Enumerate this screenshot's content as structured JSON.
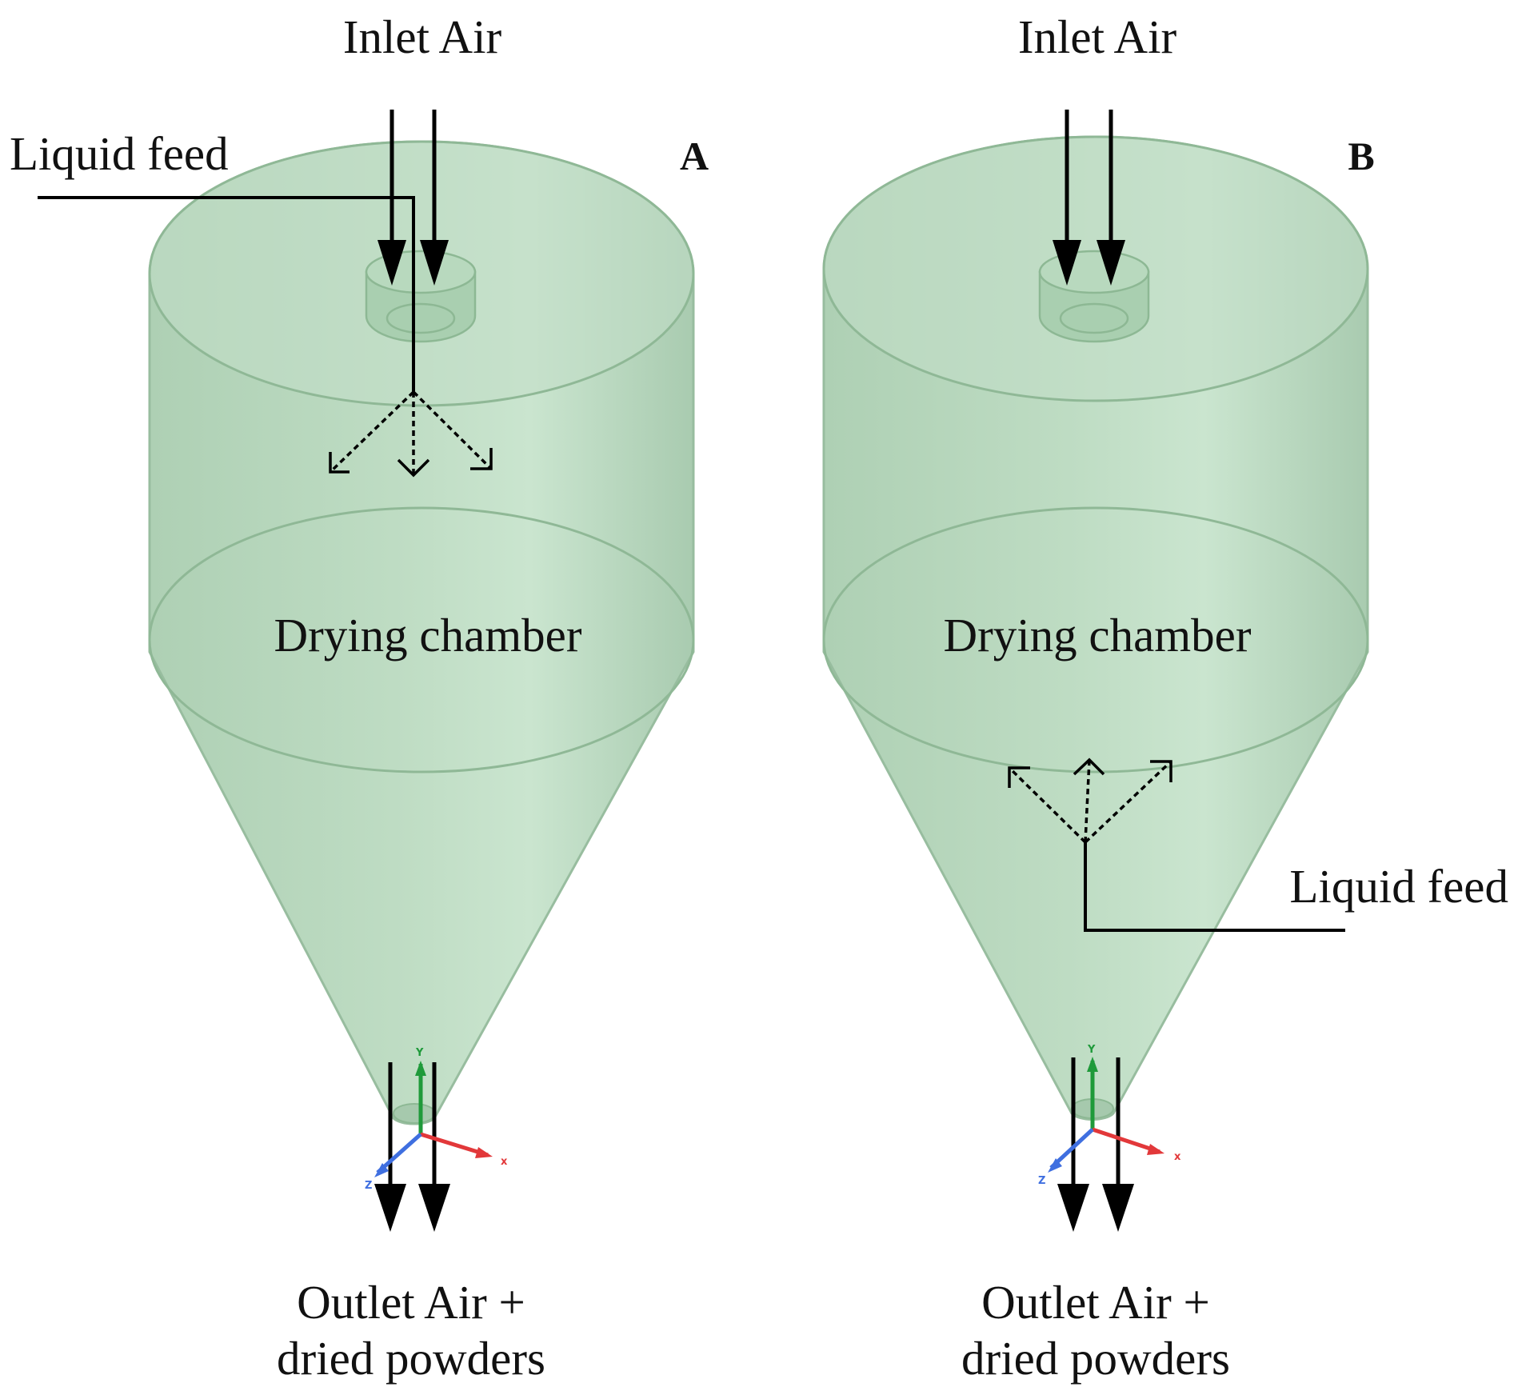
{
  "colors": {
    "chamber_fill": "#b9d9bf",
    "chamber_edge": "#8fb896",
    "arrow": "#000000",
    "axis_x": "#e2383a",
    "axis_y": "#1f9a3a",
    "axis_z": "#3f6fe0"
  },
  "panels": [
    {
      "letter": "A",
      "inlet_label": "Inlet Air",
      "chamber_label": "Drying chamber",
      "feed_label": "Liquid feed",
      "outlet_line1": "Outlet Air +",
      "outlet_line2": "dried powders",
      "spray_direction": "downward (co-current)",
      "axis_labels": {
        "x": "x",
        "y": "Y",
        "z": "Z"
      }
    },
    {
      "letter": "B",
      "inlet_label": "Inlet Air",
      "chamber_label": "Drying chamber",
      "feed_label": "Liquid feed",
      "outlet_line1": "Outlet Air +",
      "outlet_line2": "dried powders",
      "spray_direction": "upward (counter-current)",
      "axis_labels": {
        "x": "x",
        "y": "Y",
        "z": "Z"
      }
    }
  ]
}
